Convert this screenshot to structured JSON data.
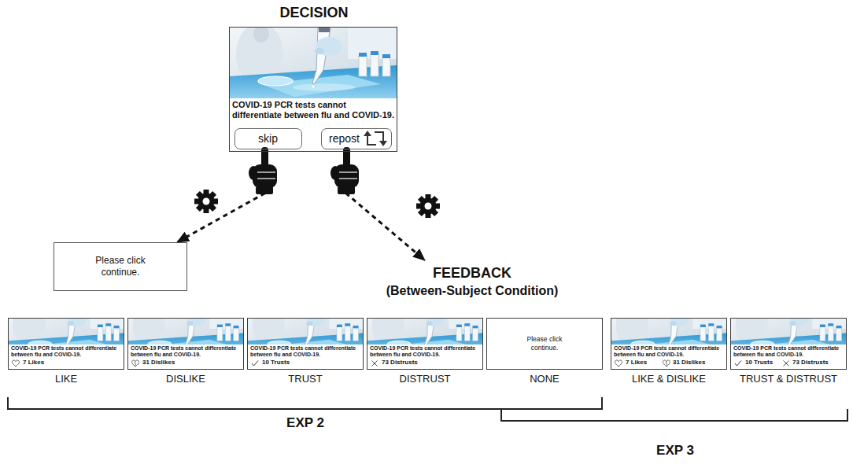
{
  "diagram": {
    "nodes": [
      {
        "text": [
          "DECISION",
          "COVID-19 PCR tests cannot differentiate between flu and COVID-19."
        ]
      },
      {
        "text": [
          "skip"
        ],
        "in": 0
      },
      {
        "text": [
          "repost"
        ],
        "in": 0
      },
      {
        "text": [
          "Please click continue."
        ]
      },
      {
        "text": [
          "FEEDBACK",
          "(Between-Subject Condition)"
        ]
      },
      {
        "text": [
          "COVID-19 PCR tests cannot differentiate between flu and COVID-19.",
          "7 Likes",
          "LIKE"
        ]
      },
      {
        "text": [
          "COVID-19 PCR tests cannot differentiate between flu and COVID-19.",
          "31 Dislikes",
          "DISLIKE"
        ]
      },
      {
        "text": [
          "COVID-19 PCR tests cannot differentiate between flu and COVID-19.",
          "10 Trusts",
          "TRUST"
        ]
      },
      {
        "text": [
          "COVID-19 PCR tests cannot differentiate between flu and COVID-19.",
          "73 Distrusts",
          "DISTRUST"
        ]
      },
      {
        "text": [
          "Please click continue.",
          "NONE"
        ]
      },
      {
        "text": [
          "COVID-19 PCR tests cannot differentiate between flu and COVID-19.",
          "7 Likes",
          "31 Dislikes",
          "LIKE & DISLIKE"
        ]
      },
      {
        "text": [
          "COVID-19 PCR tests cannot differentiate between flu and COVID-19.",
          "10 Trusts",
          "73 Distrusts",
          "TRUST & DISTRUST"
        ]
      }
    ],
    "edges": [
      {
        "from": 1,
        "to": 3,
        "arrow": "to"
      },
      {
        "from": 2,
        "to": 4,
        "arrow": "to"
      }
    ],
    "labels": [
      "EXP 2",
      "EXP 3"
    ]
  }
}
